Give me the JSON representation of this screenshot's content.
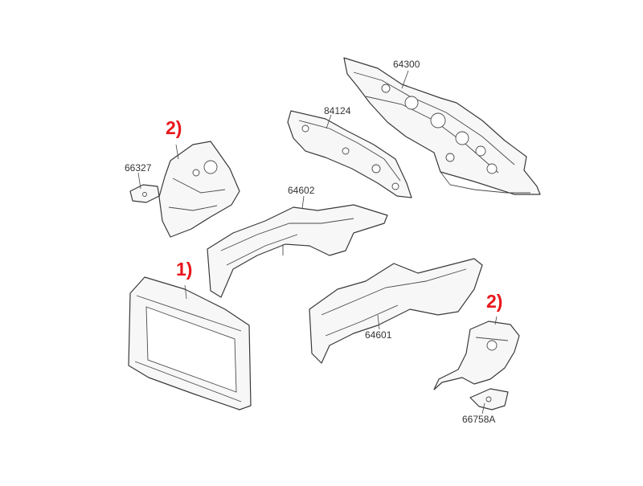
{
  "diagram": {
    "callout_color": "#e8161b",
    "parts": [
      {
        "id": "part-64300",
        "number": "64300"
      },
      {
        "id": "part-84124",
        "number": "84124"
      },
      {
        "id": "part-66327",
        "number": "66327"
      },
      {
        "id": "part-64602",
        "number": "64602"
      },
      {
        "id": "part-64601",
        "number": "64601"
      },
      {
        "id": "part-66758a",
        "number": "66758A"
      }
    ],
    "callouts": [
      {
        "id": "callout-fender-apron-left",
        "text": "2)"
      },
      {
        "id": "callout-radiator-support",
        "text": "1)"
      },
      {
        "id": "callout-fender-apron-right",
        "text": "2)"
      }
    ]
  }
}
